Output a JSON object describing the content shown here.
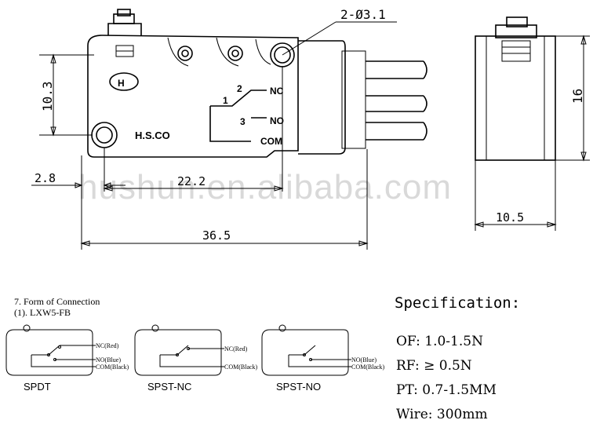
{
  "watermark": "hushun.en.alibaba.com",
  "front_view": {
    "dims": {
      "hole": "2-Ø3.1",
      "height": "10.3",
      "offset": "2.8",
      "pitch": "22.2",
      "length": "36.5"
    },
    "brand": "H.S.CO",
    "pins": {
      "nc_num": "2",
      "nc": "NC",
      "no_num": "3",
      "no": "NO",
      "com_num": "1",
      "com": "COM"
    }
  },
  "side_view": {
    "dims": {
      "height": "16",
      "width": "10.5"
    }
  },
  "connection": {
    "heading": "7. Form of Connection",
    "subheading": "(1). LXW5-FB",
    "types": [
      {
        "name": "SPDT",
        "labels": [
          "NC(Red)",
          "NO(Blue)",
          "COM(Black)"
        ]
      },
      {
        "name": "SPST-NC",
        "labels": [
          "NC(Red)",
          "COM(Black)"
        ]
      },
      {
        "name": "SPST-NO",
        "labels": [
          "NO(Blue)",
          "COM(Black)"
        ]
      }
    ]
  },
  "specification": {
    "title": "Specification:",
    "items": [
      "OF: 1.0-1.5N",
      "RF: ≥ 0.5N",
      "PT: 0.7-1.5MM",
      "Wire: 300mm"
    ]
  }
}
